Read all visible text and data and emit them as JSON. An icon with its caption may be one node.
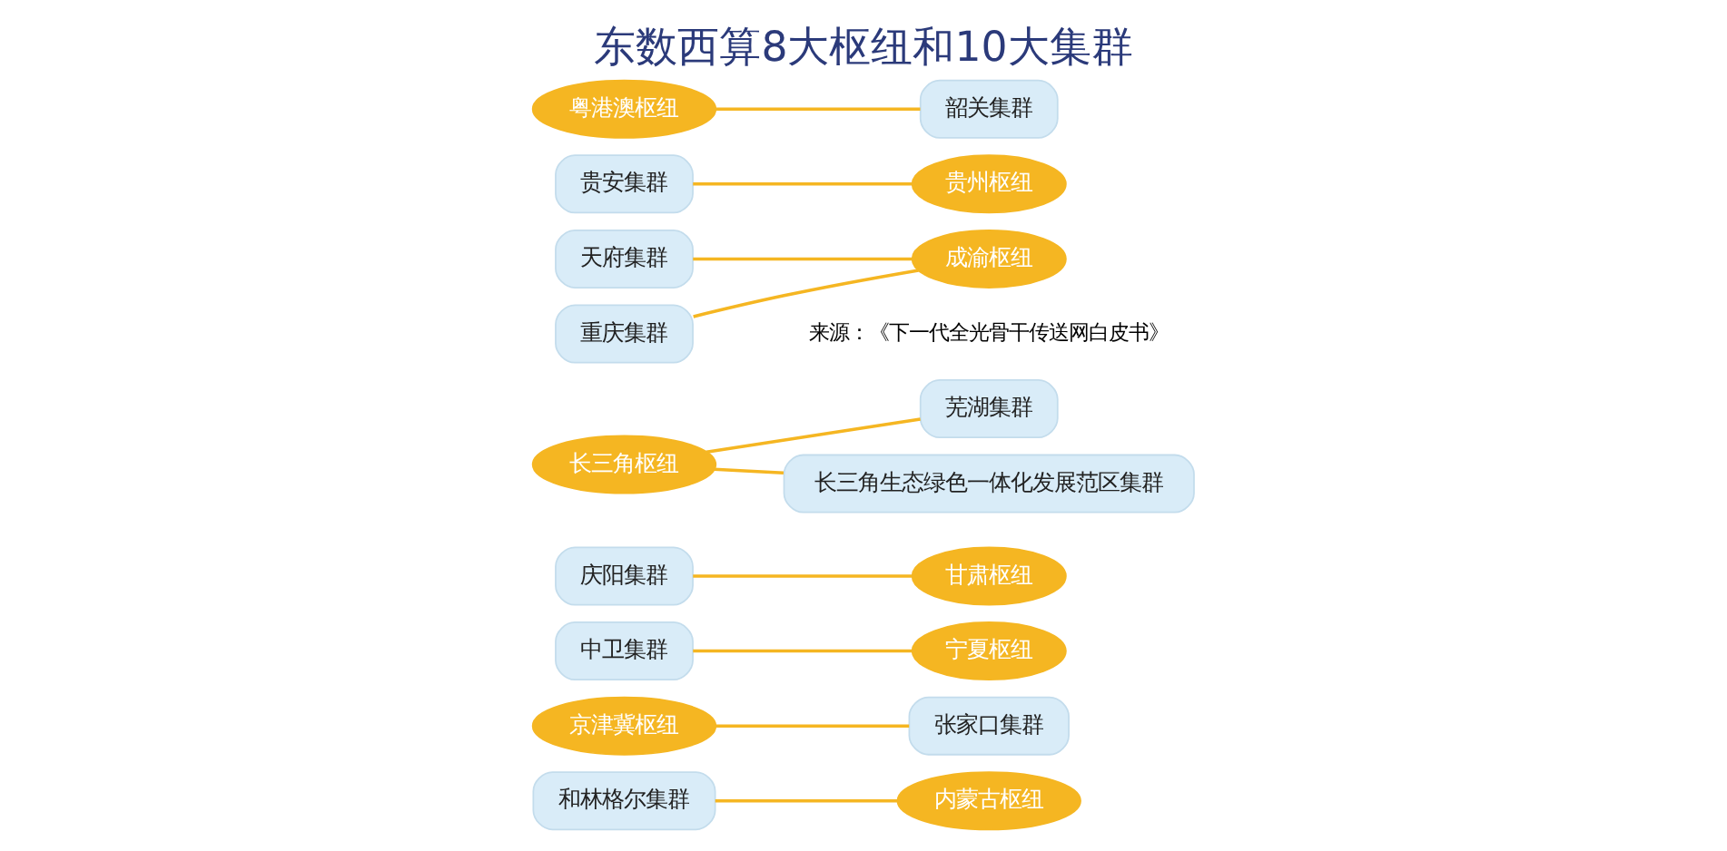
{
  "diagram": {
    "title": "东数西算8大枢纽和10大集群",
    "caption": "来源：《下一代全光骨干传送网白皮书》",
    "nodes": [
      {
        "text": [
          "和林格尔集群"
        ]
      },
      {
        "text": [
          "内蒙古枢纽"
        ]
      },
      {
        "text": [
          "京津冀枢纽"
        ]
      },
      {
        "text": [
          "张家口集群"
        ]
      },
      {
        "text": [
          "中卫集群"
        ]
      },
      {
        "text": [
          "宁夏枢纽"
        ]
      },
      {
        "text": [
          "甘肃枢纽"
        ]
      },
      {
        "text": [
          "庆阳集群"
        ]
      },
      {
        "text": [
          "长三角枢纽"
        ]
      },
      {
        "text": [
          "芜湖集群"
        ]
      },
      {
        "text": [
          "成渝枢纽"
        ]
      },
      {
        "text": [
          "天府集群"
        ]
      },
      {
        "text": [
          "重庆集群"
        ]
      },
      {
        "text": [
          "贵州枢纽"
        ]
      },
      {
        "text": [
          "长三角生态绿色一体化发展范区集群"
        ]
      },
      {
        "text": [
          "粤港澳枢纽"
        ]
      },
      {
        "text": [
          "贵安集群"
        ]
      },
      {
        "text": [
          "韶关集群"
        ]
      }
    ],
    "edges": [
      {
        "from": 0,
        "to": 1,
        "arrow": "none"
      },
      {
        "from": 2,
        "to": 3,
        "arrow": "none"
      },
      {
        "from": 4,
        "to": 5,
        "arrow": "none"
      },
      {
        "from": 7,
        "to": 6,
        "arrow": "none"
      },
      {
        "from": 8,
        "to": 9,
        "arrow": "none"
      },
      {
        "from": 8,
        "to": 14,
        "arrow": "none"
      },
      {
        "from": 11,
        "to": 10,
        "arrow": "none"
      },
      {
        "from": 12,
        "to": 10,
        "arrow": "none"
      },
      {
        "from": 16,
        "to": 13,
        "arrow": "none"
      },
      {
        "from": 15,
        "to": 17,
        "arrow": "none"
      }
    ]
  }
}
